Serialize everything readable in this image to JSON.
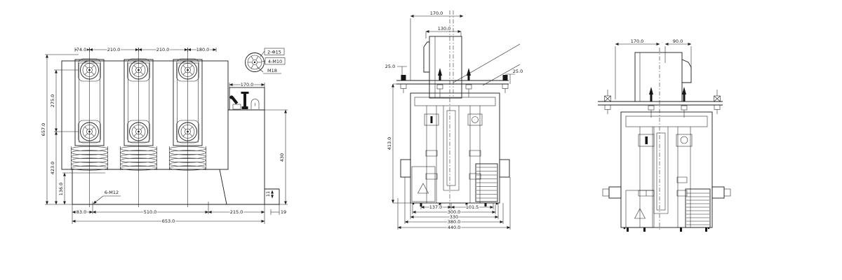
{
  "views": {
    "front": {
      "title": "front-elevation-three-pole-breaker",
      "dims_top": [
        "74.0",
        "210.0",
        "210.0",
        "180.0"
      ],
      "dims_left": [
        "657.0",
        "275.0",
        "423.0",
        "136.0"
      ],
      "dims_bottom": [
        "83.0",
        "510.0",
        "215.0",
        "653.0"
      ],
      "dim_small_right": "19",
      "dim_small_step": "11",
      "bolt_note": "6-M12",
      "mechanism_width": "170.0",
      "right_height": "430",
      "detail_labels": [
        "2-Φ15",
        "4-M10",
        "M18"
      ]
    },
    "side": {
      "title": "side-elevation",
      "dims_top": [
        "170.0",
        "130.0"
      ],
      "dim_left_plate": "25.0",
      "dim_right_plate": "25.0",
      "dim_height": "413.0",
      "dims_bottom": [
        "137.0",
        "101.5",
        "300.0",
        "330",
        "380.0",
        "440.0"
      ]
    },
    "rear": {
      "title": "rear-elevation",
      "dims_top": [
        "170.0",
        "90.0"
      ]
    }
  },
  "icons": {
    "warning": "outline-triangle",
    "close_indicator": "I-bar",
    "open_indicator": "O-ring"
  },
  "colors": {
    "line": "#1c1c1c",
    "background": "#ffffff"
  }
}
